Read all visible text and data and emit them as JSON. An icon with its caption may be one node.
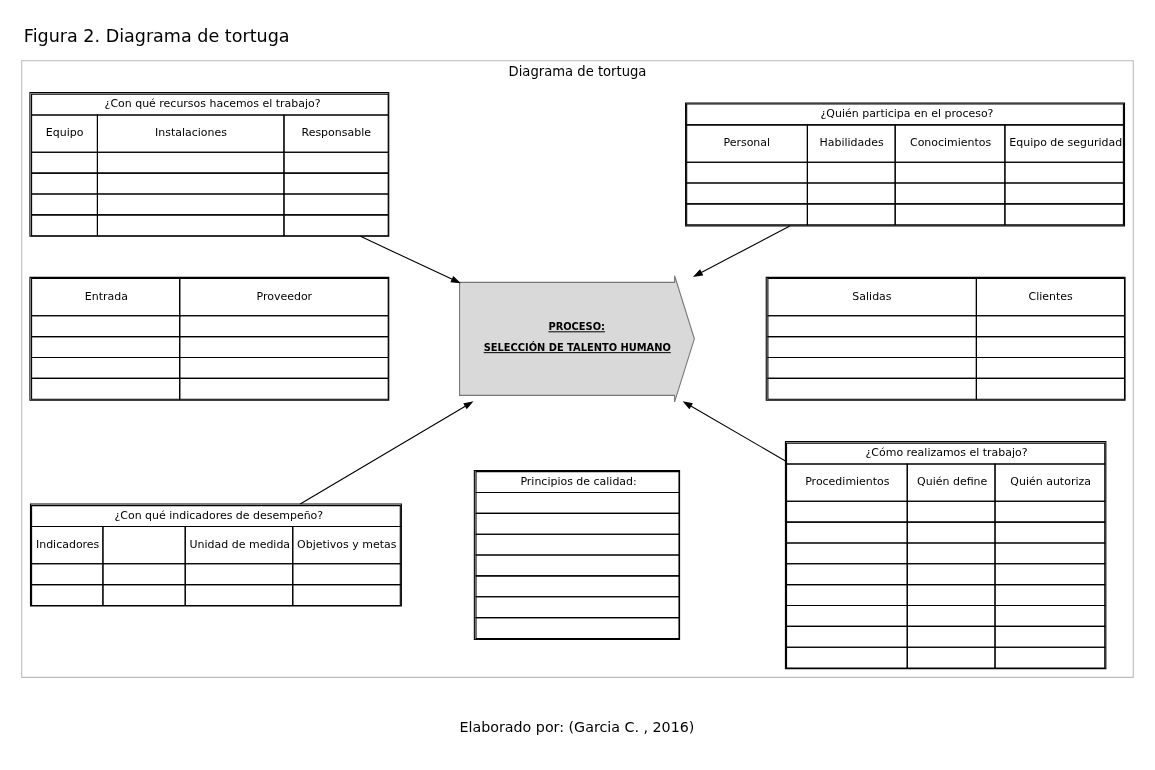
{
  "diagram": {
    "title": "Figura 2. Diagrama de tortuga",
    "caption": "Elaborado por: (Garcia C. , 2016)",
    "nodes": [
      {
        "text": [
          "Diagrama de tortuga"
        ]
      },
      {
        "text": [
          "¿Con qué recursos hacemos el trabajo?",
          "Equipo",
          "Instalaciones",
          "Responsable"
        ],
        "in": 0
      },
      {
        "text": [
          "¿Quién participa en el proceso?",
          "Personal",
          "Habilidades",
          "Conocimientos",
          "Equipo de seguridad"
        ],
        "in": 0
      },
      {
        "text": [
          "Entrada",
          "Proveedor"
        ],
        "in": 0
      },
      {
        "text": [
          "PROCESO:",
          "SELECCIÓN DE TALENTO HUMANO"
        ],
        "in": 0
      },
      {
        "text": [
          "Salidas",
          "Clientes"
        ],
        "in": 0
      },
      {
        "text": [
          "¿Con qué indicadores de desempeño?",
          "Indicadores",
          "Unidad de medida",
          "Objetivos y metas"
        ],
        "in": 0
      },
      {
        "text": [
          "¿Cómo realizamos el trabajo?",
          "Procedimientos",
          "Quién define",
          "Quién autoriza"
        ],
        "in": 0
      },
      {
        "text": [
          "Principios de calidad:"
        ],
        "in": 0
      }
    ],
    "edges": [
      {
        "from": 1,
        "to": 4,
        "arrow": "to"
      },
      {
        "from": 2,
        "to": 4,
        "arrow": "to"
      },
      {
        "from": 6,
        "to": 4,
        "arrow": "to"
      },
      {
        "from": 7,
        "to": 4,
        "arrow": "to"
      }
    ]
  }
}
